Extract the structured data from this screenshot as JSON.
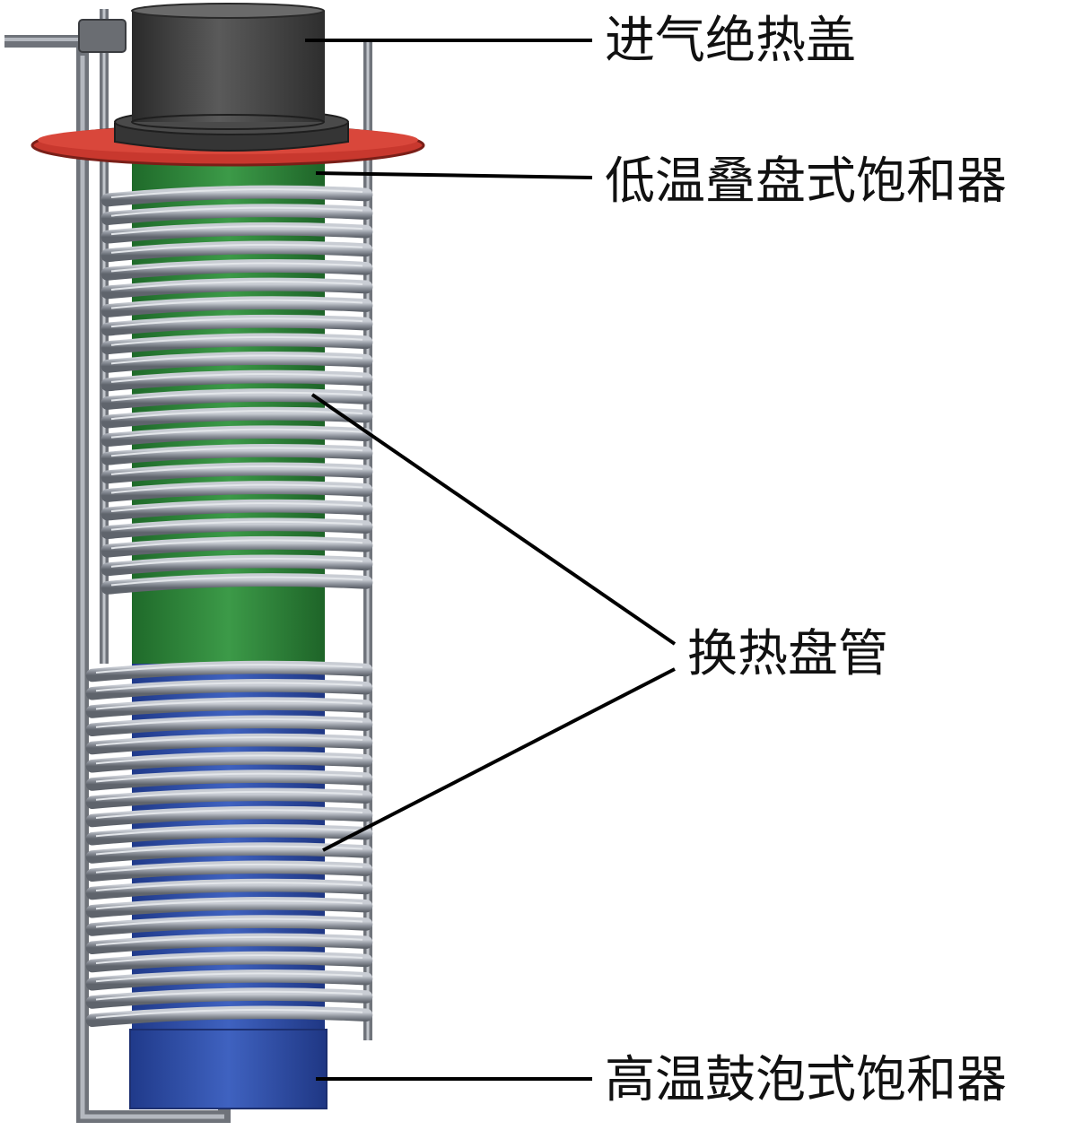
{
  "labels": {
    "inlet_cover": "进气绝热盖",
    "low_temp_saturator": "低温叠盘式饱和器",
    "heat_exchange_coil": "换热盘管",
    "high_temp_saturator": "高温鼓泡式饱和器"
  },
  "colors": {
    "cover": "#3a3a3a",
    "flange": "#c8382e",
    "low_temp_body": "#2f8a3c",
    "high_temp_body": "#2f4fa8",
    "coil": "#9a9fa8",
    "frame_rod": "#8c9098",
    "leader_line": "#000000"
  },
  "coil_turns": {
    "upper": 22,
    "lower": 20
  }
}
